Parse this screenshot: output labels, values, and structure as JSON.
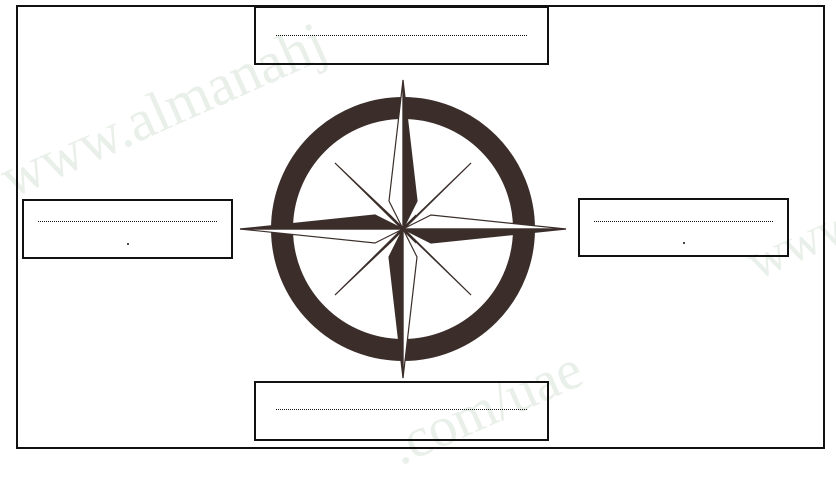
{
  "watermark": {
    "main": "www.almanahj",
    "tail": ".com/uae",
    "right": "www"
  },
  "answer_boxes": {
    "top": {
      "placeholder": ""
    },
    "bottom": {
      "placeholder": ""
    },
    "left": {
      "placeholder": ""
    },
    "right": {
      "placeholder": ""
    }
  },
  "colors": {
    "ink": "#111111",
    "compass_brown": "#3b2e2a",
    "watermark": "#e9efe9"
  },
  "icons": {
    "compass": "compass-rose-icon"
  }
}
